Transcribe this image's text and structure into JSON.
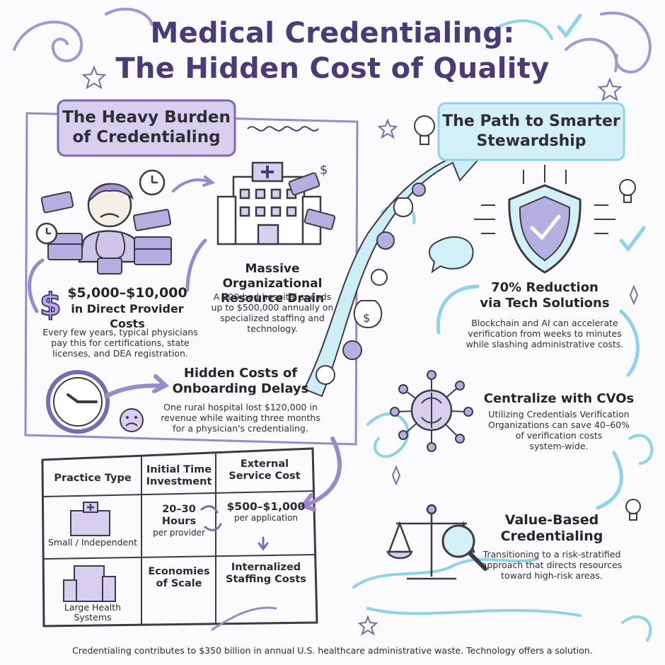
{
  "header": {
    "title_line1": "Medical Credentialing:",
    "title_line2": "The Hidden Cost of Quality"
  },
  "colors": {
    "title": "#4a3a75",
    "lavender": "#a895d6",
    "aqua": "#8fd3e6",
    "ink": "#2b2b33"
  },
  "left": {
    "heading_line1": "The Heavy Burden",
    "heading_line2": "of Credentialing",
    "provider_cost": {
      "title_line1": "$5,000–$10,000",
      "title_line2": "in Direct Provider Costs",
      "body_line1": "Every few years, typical physicians",
      "body_line2": "pay this for certifications, state",
      "body_line3": "licenses, and DEA registration."
    },
    "resource_drain": {
      "title_line1": "Massive Organizational",
      "title_line2": "Resource Drain",
      "body_line1": "A 300-bed hospital spends",
      "body_line2": "up to $500,000 annually on",
      "body_line3": "specialized staffing and",
      "body_line4": "technology."
    },
    "onboarding": {
      "title_line1": "Hidden Costs of",
      "title_line2": "Onboarding Delays",
      "body_line1": "One rural hospital lost $120,000 in",
      "body_line2": "revenue while waiting three months",
      "body_line3": "for a physician's credentialing."
    },
    "table": {
      "headers": {
        "practice_type": "Practice Type",
        "initial_time_line1": "Initial Time",
        "initial_time_line2": "Investment",
        "external_line1": "External",
        "external_line2": "Service Cost"
      },
      "row1": {
        "type_label": "Small / Independent",
        "time_line1": "20–30",
        "time_line2": "Hours",
        "time_sub": "per provider",
        "cost_main": "$500–$1,000",
        "cost_sub": "per application"
      },
      "row2": {
        "type_line1": "Large Health",
        "type_line2": "Systems",
        "time_line1": "Economies",
        "time_line2": "of Scale",
        "cost_line1": "Internalized",
        "cost_line2": "Staffing Costs"
      }
    }
  },
  "right": {
    "heading_line1": "The Path to Smarter",
    "heading_line2": "Stewardship",
    "tech": {
      "title_line1": "70% Reduction",
      "title_line2": "via Tech Solutions",
      "body_line1": "Blockchain and AI can accelerate",
      "body_line2": "verification from weeks to minutes",
      "body_line3": "while slashing administrative costs."
    },
    "cvo": {
      "title": "Centralize with CVOs",
      "body_line1": "Utilizing Credentials Verification",
      "body_line2": "Organizations can save 40–60%",
      "body_line3": "of verification costs",
      "body_line4": "system-wide."
    },
    "value": {
      "title_line1": "Value-Based",
      "title_line2": "Credentialing",
      "body_line1": "Transitioning to a risk-stratified",
      "body_line2": "approach that directs resources",
      "body_line3": "toward high-risk areas."
    }
  },
  "icons": {
    "dollar": "dollar-sign-icon",
    "stressed_doctor": "stressed-doctor-icon",
    "hospital": "hospital-building-icon",
    "clock": "clock-icon",
    "sad_face": "sad-face-icon",
    "shield": "shield-check-icon",
    "brain": "brain-network-icon",
    "scale": "balance-scale-icon",
    "lightbulb": "lightbulb-icon"
  },
  "footer": {
    "text": "Credentialing contributes to $350 billion in annual U.S. healthcare administrative waste. Technology offers a solution."
  }
}
